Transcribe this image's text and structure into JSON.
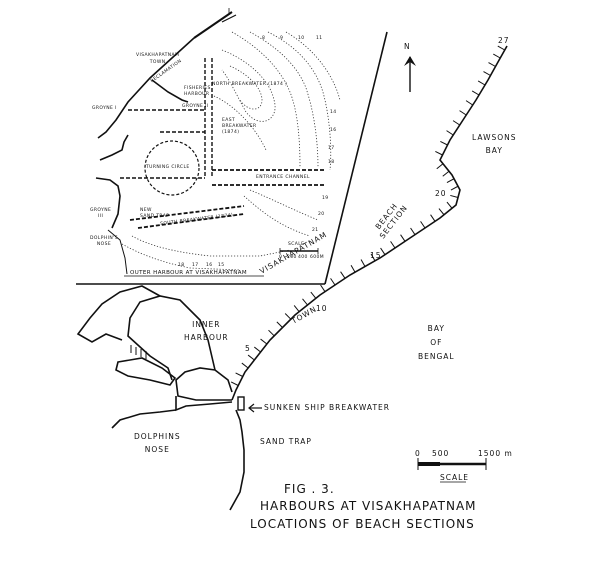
{
  "labels": {
    "north": "N",
    "km_27": "27",
    "km_20": "20",
    "km_15": "15",
    "km_10": "10",
    "km_5": "5",
    "lawsons_bay": "LAWSONS\nBAY",
    "beach_section": "BEACH\nSECTION",
    "visakhapatnam": "VISAKHAPATNAM",
    "town": "TOWN",
    "bay_of_bengal": "BAY\nOF\nBENGAL",
    "inner_harbour": "INNER\nHARBOUR",
    "dolphins_nose": "DOLPHINS\nNOSE",
    "sunken_ship": "SUNKEN SHIP BREAKWATER",
    "sand_trap": "SAND TRAP",
    "fig": "FIG . 3.",
    "title_line1": "HARBOURS AT  VISAKHAPATNAM",
    "title_line2": "LOCATIONS OF BEACH SECTIONS",
    "scale_0": "0",
    "scale_500": "500",
    "scale_1500": "1500 m",
    "scale_word": "SCALE"
  },
  "inset": {
    "caption": "OUTER HARBOUR AT VISAKHAPATNAM",
    "town": "VISAKHAPATNAM\nTOWN",
    "reclamation": "RECLAMATION",
    "north_breakwater": "NORTH BREAKWATER (1874 )",
    "fisheries_harbour": "FISHERIES\nHARBOUR",
    "groyne_ii": "GROYNE II",
    "groyne_i": "GROYNE I",
    "groyne_iii": "GROYNE\nIII",
    "east_breakwater": "EAST\nBREAKWATER\n(1874)",
    "turning_circle": "TURNING CIRCLE",
    "entrance_channel": "ENTRANCE CHANNEL",
    "new_sand_trap": "NEW\nSAND TRAP",
    "south_breakwater": "SOUTH BREAKWATER (1874)",
    "dolphins_nose": "DOLPHIN'S\nNOSE",
    "scale_word": "SCALE",
    "scale_ticks": [
      "0",
      "200",
      "400",
      "600M"
    ],
    "depth_left": [
      "18",
      "17",
      "16",
      "15"
    ],
    "depth_top": [
      "8",
      "9",
      "10",
      "11"
    ],
    "depth_right": [
      "14",
      "16",
      "17",
      "18",
      "19",
      "20",
      "21"
    ]
  }
}
